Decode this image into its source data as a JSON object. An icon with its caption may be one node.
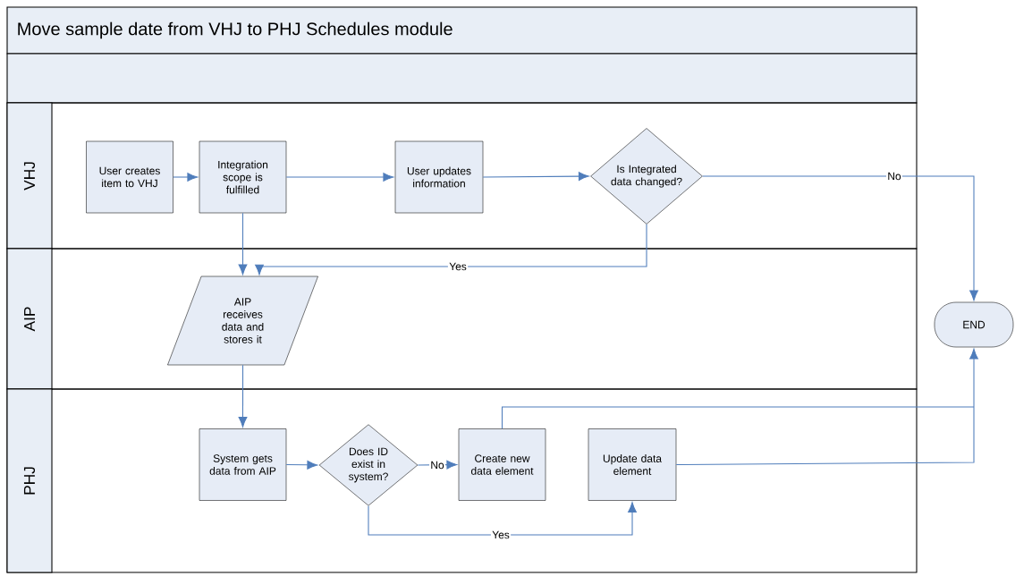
{
  "diagram": {
    "title": "Move sample date from VHJ to PHJ Schedules module",
    "nodes": [
      {
        "text": [
          "VHJ"
        ]
      },
      {
        "text": [
          "AIP"
        ]
      },
      {
        "text": [
          "PHJ"
        ]
      },
      {
        "text": [
          "User creates item to VHJ"
        ],
        "in": 0
      },
      {
        "text": [
          "Integration scope is fulfilled"
        ],
        "in": 0
      },
      {
        "text": [
          "User updates information"
        ],
        "in": 0
      },
      {
        "text": [
          "Is Integrated data changed?"
        ],
        "in": 0
      },
      {
        "text": [
          "AIP receives data and stores it"
        ],
        "in": 1
      },
      {
        "text": [
          "END"
        ]
      },
      {
        "text": [
          "System gets data from AIP"
        ],
        "in": 2
      },
      {
        "text": [
          "Does ID exist in system?"
        ],
        "in": 2
      },
      {
        "text": [
          "Create new data element"
        ],
        "in": 2
      },
      {
        "text": [
          "Update data element"
        ],
        "in": 2
      }
    ],
    "edges": [
      {
        "from": 3,
        "to": 4,
        "arrow": "to"
      },
      {
        "from": 4,
        "to": 5,
        "arrow": "to"
      },
      {
        "from": 5,
        "to": 6,
        "arrow": "to"
      },
      {
        "from": 6,
        "to": 8,
        "arrow": "to",
        "label": "No"
      },
      {
        "from": 4,
        "to": 7,
        "arrow": "to"
      },
      {
        "from": 6,
        "to": 7,
        "arrow": "to",
        "label": "Yes"
      },
      {
        "from": 7,
        "to": 9,
        "arrow": "to"
      },
      {
        "from": 9,
        "to": 10,
        "arrow": "to"
      },
      {
        "from": 10,
        "to": 11,
        "arrow": "to",
        "label": "No"
      },
      {
        "from": 10,
        "to": 12,
        "arrow": "to",
        "label": "Yes"
      },
      {
        "from": 11,
        "to": 8,
        "arrow": "to"
      },
      {
        "from": 12,
        "to": 8,
        "arrow": "to"
      }
    ]
  }
}
